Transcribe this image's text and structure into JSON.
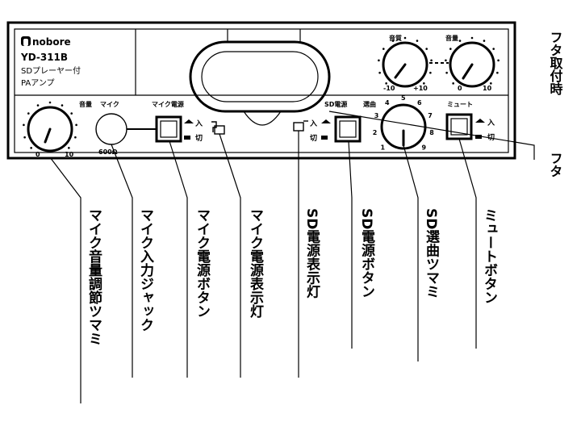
{
  "panel": {
    "brand": "nobore",
    "model": "YD-311B",
    "subtitle1": "SDプレーヤー付",
    "subtitle2": "PAアンプ"
  },
  "top_knobs": {
    "treble": {
      "label": "音質",
      "min": "-10",
      "max": "+10"
    },
    "volume": {
      "label": "音量",
      "min": "0",
      "max": "10"
    }
  },
  "mic_volume": {
    "label": "音量",
    "min": "0",
    "max": "10"
  },
  "mic_jack": {
    "label": "マイク",
    "impedance": "600Ω"
  },
  "mic_power": {
    "label": "マイク電源",
    "on": "入",
    "off": "切"
  },
  "sd_power": {
    "label": "SD電源",
    "on": "入",
    "off": "切"
  },
  "track_select": {
    "label": "選曲",
    "numbers": [
      "1",
      "2",
      "3",
      "4",
      "5",
      "6",
      "7",
      "8",
      "9"
    ]
  },
  "mute": {
    "label": "ミュート",
    "on": "入",
    "off": "切"
  },
  "side": {
    "lid_mount": "フタ取付時",
    "lid": "フタ"
  },
  "callouts": [
    "マイク音量調節ツマミ",
    "マイク入力ジャック",
    "マイク電源ボタン",
    "マイク電源表示灯",
    "SD電源表示灯",
    "SD電源ボタン",
    "SD選曲ツマミ",
    "ミュートボタン"
  ]
}
